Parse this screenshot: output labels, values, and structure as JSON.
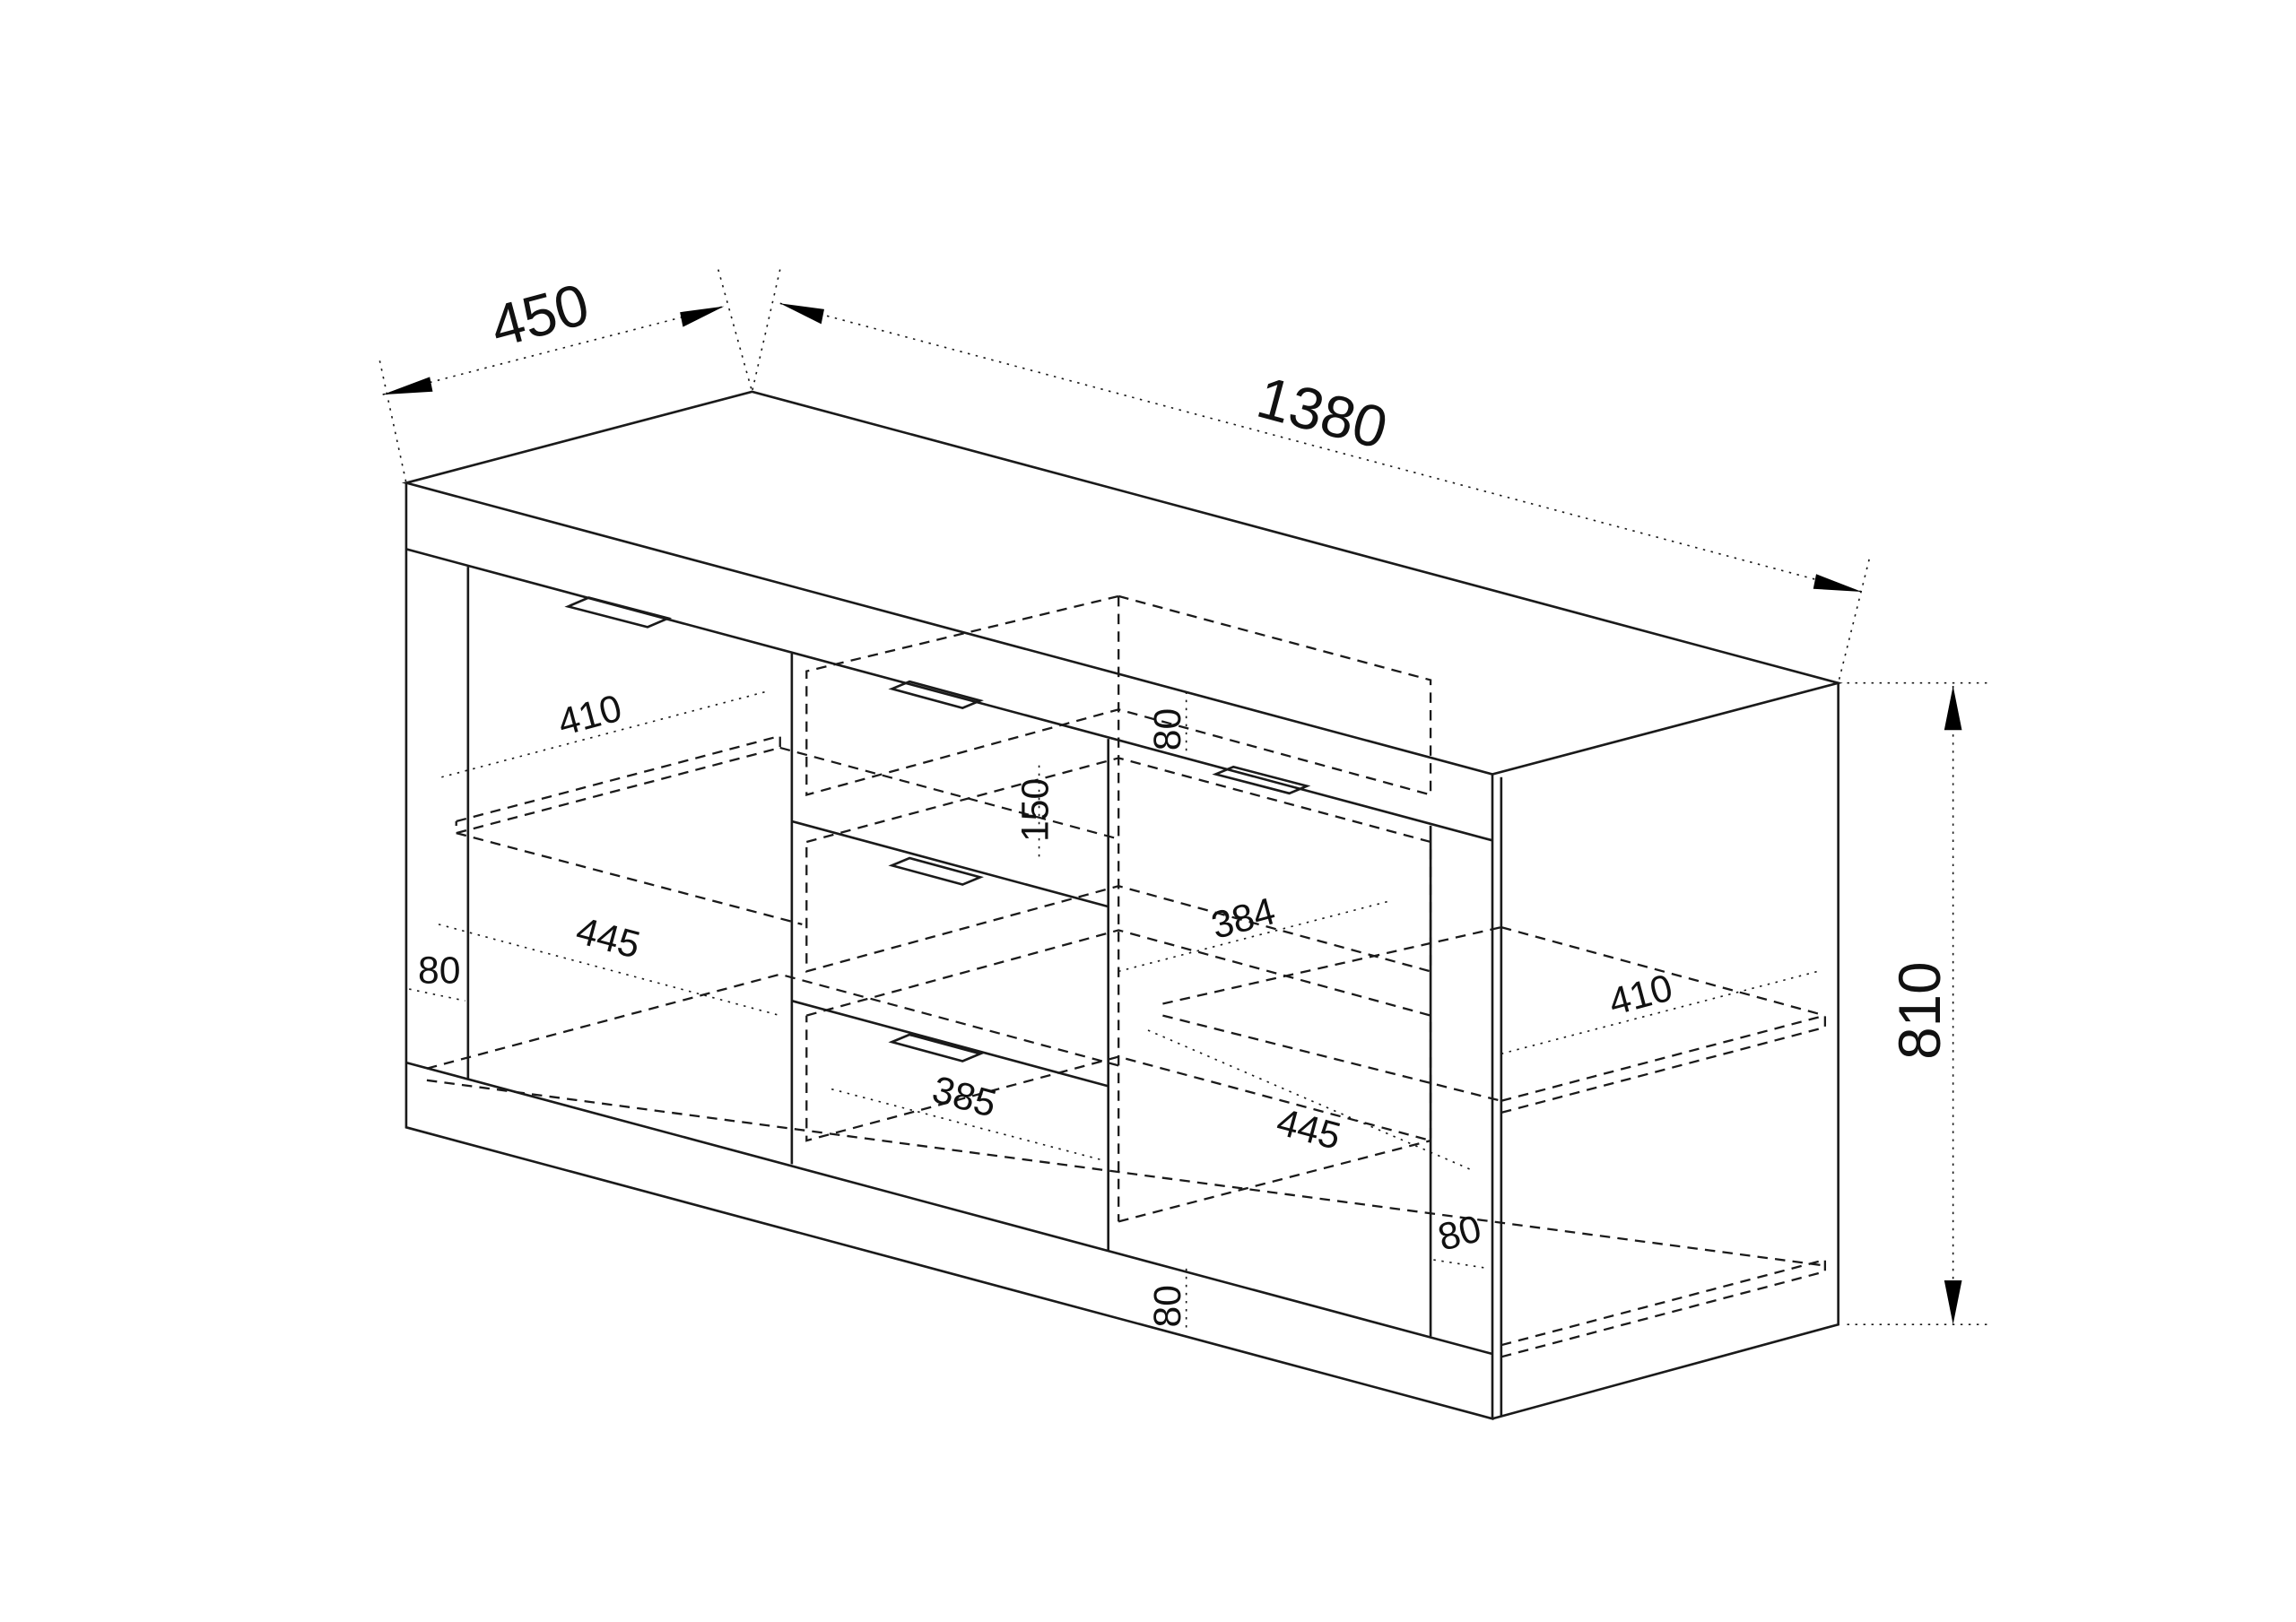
{
  "diagram": {
    "overall": {
      "depth": "450",
      "width": "1380",
      "height": "810"
    },
    "left_compartment": {
      "shelf_depth": "410",
      "shelf_width": "445",
      "plinth_height": "80"
    },
    "center_drawers": {
      "drawer_height": "150",
      "drawer_width": "385",
      "top_gap": "80",
      "plinth_height": "80"
    },
    "right_compartment": {
      "inner_width": "384",
      "shelf_depth": "410",
      "shelf_width": "445",
      "plinth_height": "80"
    },
    "line_color": "#1a1a1a"
  }
}
